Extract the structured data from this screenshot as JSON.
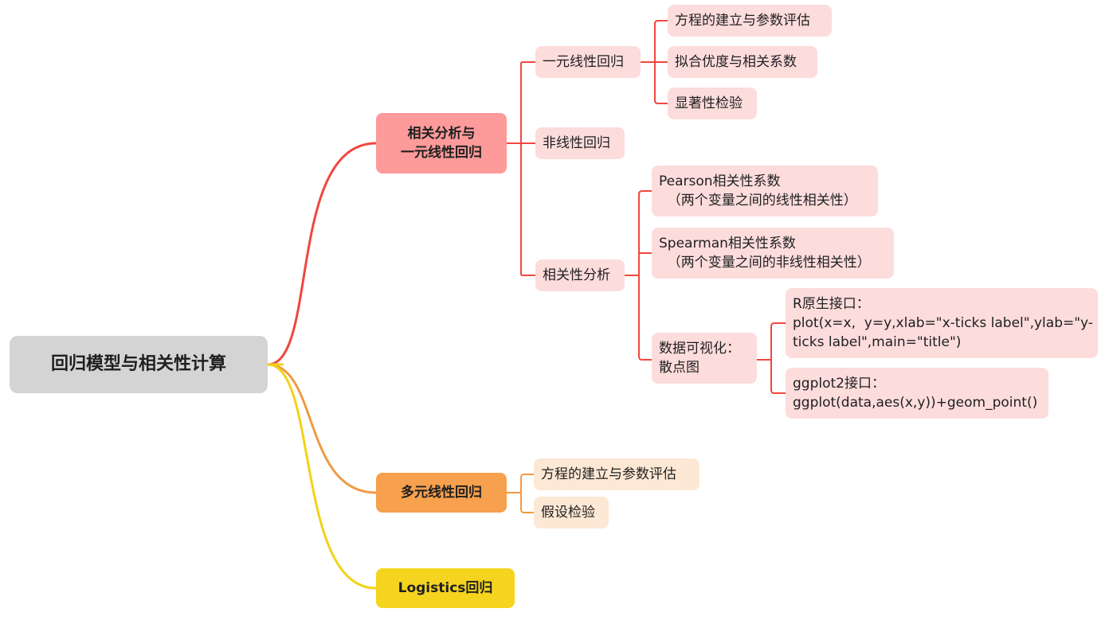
{
  "root": {
    "label": "回归模型与相关性计算"
  },
  "branches": {
    "corr": {
      "label": "相关分析与\n一元线性回归",
      "children": {
        "linear": {
          "label": "一元线性回归",
          "children": [
            "方程的建立与参数评估",
            "拟合优度与相关系数",
            "显著性检验"
          ]
        },
        "nonlinear": {
          "label": "非线性回归"
        },
        "analysis": {
          "label": "相关性分析",
          "children": {
            "pearson": "Pearson相关性系数\n  （两个变量之间的线性相关性）",
            "spearman": "Spearman相关性系数\n  （两个变量之间的非线性相关性）",
            "viz": {
              "label": "数据可视化：\n散点图",
              "children": {
                "r": "R原生接口：\nplot(x=x,  y=y,xlab=\"x-ticks label\",ylab=\"y-\nticks label\",main=\"title\")",
                "ggplot": "ggplot2接口：\nggplot(data,aes(x,y))+geom_point()"
              }
            }
          }
        }
      }
    },
    "multi": {
      "label": "多元线性回归",
      "children": [
        "方程的建立与参数评估",
        "假设检验"
      ]
    },
    "logistic": {
      "label": "Logistics回归"
    }
  },
  "colors": {
    "red_line": "#f0473f",
    "orange_line": "#f09a45",
    "yellow_line": "#f2d21a",
    "red_main": "#fd9a9a",
    "red_sub": "#fddcdc",
    "orange_main": "#f7a04d",
    "orange_sub": "#fde8d5",
    "yellow_main": "#f5d41f",
    "root_bg": "#d4d4d4"
  }
}
